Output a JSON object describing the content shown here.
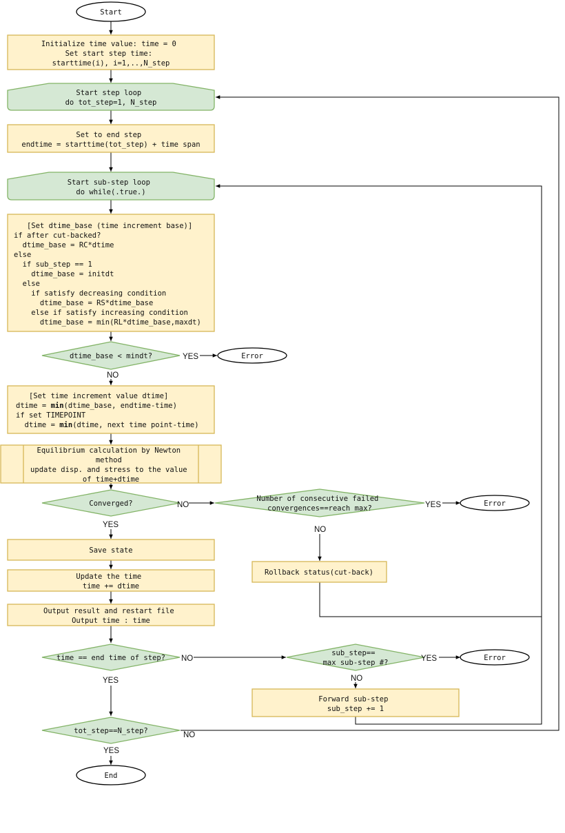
{
  "colors": {
    "process_fill": "#fff2cc",
    "process_stroke": "#d6b656",
    "decision_fill": "#d5e8d4",
    "decision_stroke": "#82b366",
    "terminal_fill": "#ffffff",
    "terminal_stroke": "#000000",
    "line": "#000000"
  },
  "nodes": {
    "start": {
      "text": "Start"
    },
    "init": {
      "lines": [
        "Initialize time value: time = 0",
        "Set start step time:",
        "starttime(i), i=1,..,N_step"
      ]
    },
    "step_loop": {
      "lines": [
        "Start step loop",
        "do tot_step=1, N_step"
      ]
    },
    "set_end": {
      "lines": [
        "Set to end step",
        "endtime = starttime(tot_step) + time span"
      ]
    },
    "substep_loop": {
      "lines": [
        "Start sub-step loop",
        "do while(.true.)"
      ]
    },
    "dtime_base": {
      "lines": [
        "   [Set dtime_base (time increment base)]",
        "if after cut-backed?",
        "  dtime_base = RC*dtime",
        "else",
        "  if sub_step == 1",
        "    dtime_base = initdt",
        "  else",
        "    if satisfy decreasing condition",
        "      dtime_base = RS*dtime_base",
        "    else if satisfy increasing condition",
        "      dtime_base = min(RL*dtime_base,maxdt)"
      ]
    },
    "check_mindt": {
      "text": "dtime_base < mindt?"
    },
    "error1": {
      "text": "Error"
    },
    "set_dtime": {
      "line1": "   [Set time increment value dtime]",
      "line2_a": "dtime = ",
      "line2_b": "min",
      "line2_c": "(dtime_base, endtime-time)",
      "line3": "if set TIMEPOINT",
      "line4_a": "  dtime = ",
      "line4_b": "min",
      "line4_c": "(dtime, next time point-time)"
    },
    "newton": {
      "lines": [
        "Equilibrium calculation by Newton",
        "method",
        "update disp. and stress to the value",
        "of time+dtime"
      ]
    },
    "converged": {
      "text": "Converged?"
    },
    "failed_check": {
      "lines": [
        "Number of consecutive failed",
        "convergences==reach max?"
      ]
    },
    "error2": {
      "text": "Error"
    },
    "save_state": {
      "text": "Save state"
    },
    "rollback": {
      "text": "Rollback status(cut-back)"
    },
    "update_time": {
      "lines": [
        "Update the time",
        "time += dtime"
      ]
    },
    "output": {
      "lines": [
        "Output result and restart file",
        "Output time : time"
      ]
    },
    "end_time_check": {
      "text": "time == end time of step?"
    },
    "max_substep": {
      "lines": [
        "sub_step==",
        "max sub-step #?"
      ]
    },
    "error3": {
      "text": "Error"
    },
    "forward": {
      "lines": [
        "Forward sub-step",
        "sub_step += 1"
      ]
    },
    "tot_step_check": {
      "text": "tot_step==N_step?"
    },
    "end": {
      "text": "End"
    }
  },
  "edge_labels": {
    "mindt_yes": "YES",
    "mindt_no": "NO",
    "converged_no": "NO",
    "converged_yes": "YES",
    "failed_yes": "YES",
    "failed_no": "NO",
    "endtime_no": "NO",
    "endtime_yes": "YES",
    "maxsub_yes": "YES",
    "maxsub_no": "NO",
    "totstep_no": "NO",
    "totstep_yes": "YES"
  }
}
